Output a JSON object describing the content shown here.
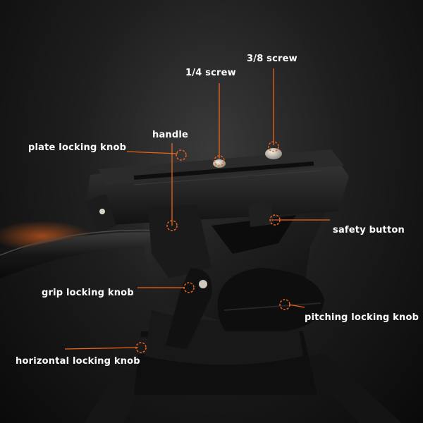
{
  "colors": {
    "accent": "#e8641e",
    "background": "#111111",
    "metal": "#1a1a1a",
    "label": "#ffffff"
  },
  "labels": {
    "screw_38": "3/8 screw",
    "screw_14": "1/4 screw",
    "handle": "handle",
    "plate_locking_knob": "plate locking knob",
    "safety_button": "safety button",
    "grip_locking_knob": "grip locking knob",
    "pitching_locking_knob": "pitching locking knob",
    "horizontal_locking_knob": "horizontal locking knob"
  }
}
